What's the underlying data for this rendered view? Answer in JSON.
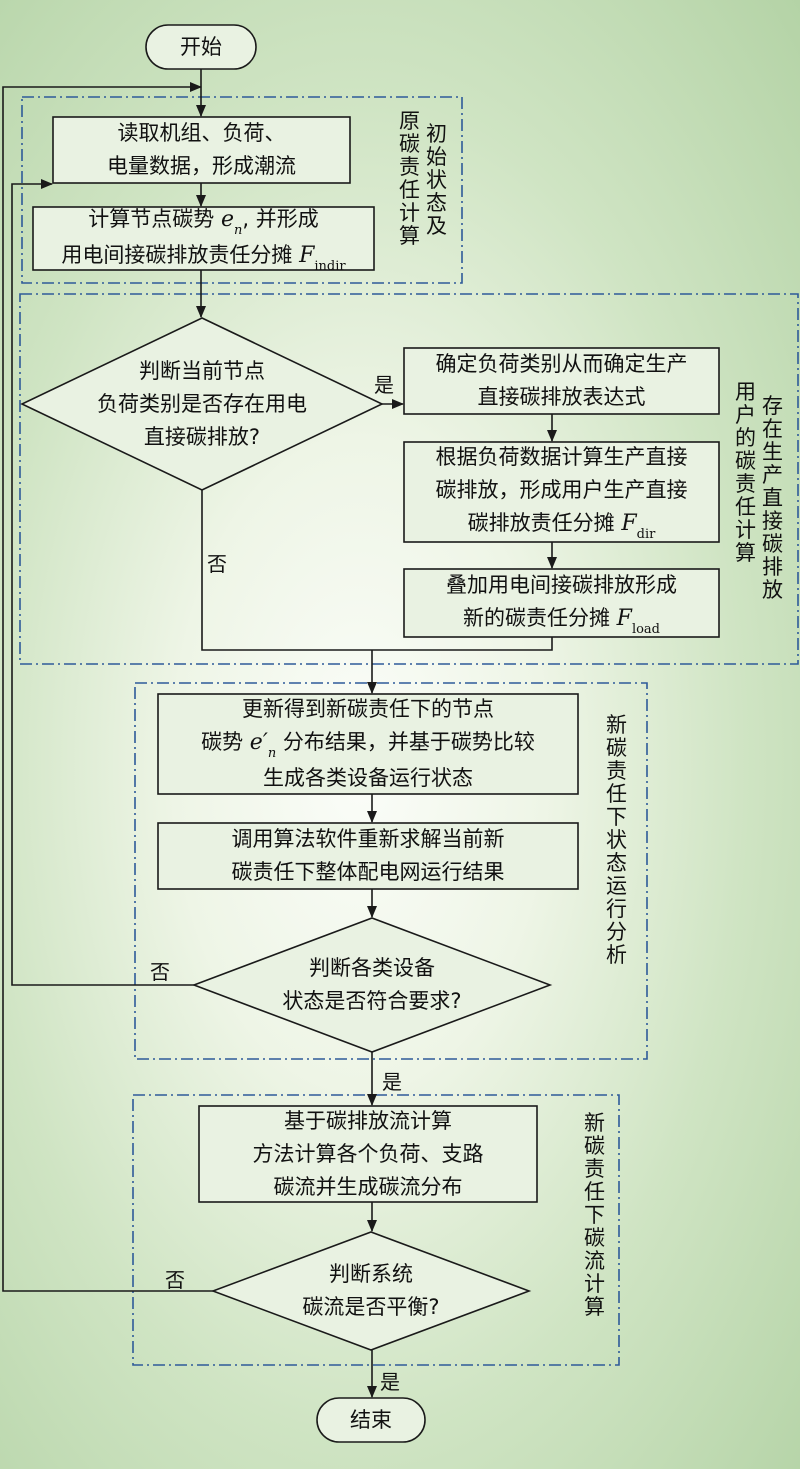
{
  "start": "开始",
  "end": "结束",
  "nodes": {
    "read_data": "读取机组、负荷、\n电量数据，形成潮流",
    "calc_potential_a": "计算节点碳势 ",
    "calc_potential_var": "e",
    "calc_potential_sub": "n",
    "calc_potential_b": ", 并形成",
    "calc_potential_c": "用电间接碳排放责任分摊 ",
    "calc_potential_var2": "F",
    "calc_potential_sub2": "indir",
    "decision_load": "判断当前节点\n负荷类别是否存在用电\n直接碳排放?",
    "determine_type": "确定负荷类别从而确定生产\n直接碳排放表达式",
    "calc_direct_a": "根据负荷数据计算生产直接\n碳排放，形成用户生产直接",
    "calc_direct_b": "碳排放责任分摊 ",
    "calc_direct_var": "F",
    "calc_direct_sub": "dir",
    "superpose_a": "叠加用电间接碳排放形成",
    "superpose_b": "新的碳责任分摊 ",
    "superpose_var": "F",
    "superpose_sub": "load",
    "update_a": "更新得到新碳责任下的节点",
    "update_b1": "碳势 ",
    "update_var": "e′",
    "update_sub": "n",
    "update_b2": " 分布结果，并基于碳势比较",
    "update_c": "生成各类设备运行状态",
    "call_software": "调用算法软件重新求解当前新\n碳责任下整体配电网运行结果",
    "decision_device": "判断各类设备\n状态是否符合要求?",
    "carbon_flow": "基于碳排放流计算\n方法计算各个负荷、支路\n碳流并生成碳流分布",
    "decision_balance": "判断系统\n碳流是否平衡?"
  },
  "groups": {
    "initial": "初始状态及原碳责任计算",
    "initial_col1": "初始状态及",
    "initial_col2": "原碳责任计算",
    "direct_col1": "存在生产直接碳排放",
    "direct_col2": "用户的碳责任计算",
    "state": "新碳责任下状态运行分析",
    "flow": "新碳责任下碳流计算"
  },
  "branches": {
    "yes": "是",
    "no": "否"
  },
  "colors": {
    "line": "#1a1a1a",
    "group_border": "#2e5a99",
    "box_fill": "#e9f2e2"
  }
}
